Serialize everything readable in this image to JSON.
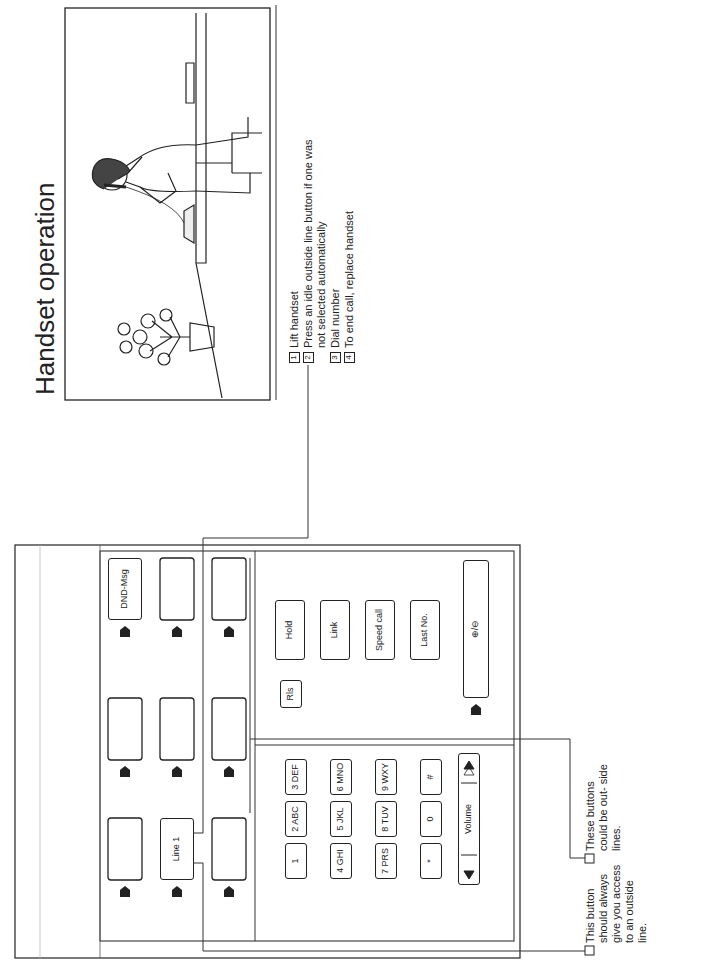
{
  "diagram": {
    "title": "Handset operation",
    "nodes": [
      {
        "text": [
          "DND-Msg"
        ]
      },
      {
        "text": [
          "Line 1"
        ]
      },
      {
        "text": [
          "1"
        ]
      },
      {
        "text": [
          "2 ABC"
        ]
      },
      {
        "text": [
          "3 DEF"
        ]
      },
      {
        "text": [
          "4 GHI"
        ]
      },
      {
        "text": [
          "5 JKL"
        ]
      },
      {
        "text": [
          "6 MNO"
        ]
      },
      {
        "text": [
          "7 PRS"
        ]
      },
      {
        "text": [
          "8 TUV"
        ]
      },
      {
        "text": [
          "9 WXY"
        ]
      },
      {
        "text": [
          "*"
        ]
      },
      {
        "text": [
          "0"
        ]
      },
      {
        "text": [
          "#"
        ]
      },
      {
        "text": [
          "Volume"
        ]
      },
      {
        "text": [
          "Rls"
        ]
      },
      {
        "text": [
          "Hold"
        ]
      },
      {
        "text": [
          "Link"
        ]
      },
      {
        "text": [
          "Speed call"
        ]
      },
      {
        "text": [
          "Last No."
        ]
      },
      {
        "text": [
          "⊕/⊖"
        ]
      },
      {
        "text": [
          "1"
        ]
      },
      {
        "text": [
          "2"
        ]
      },
      {
        "text": [
          "3"
        ]
      },
      {
        "text": [
          "4"
        ]
      }
    ],
    "labels": [
      "Lift handset",
      "Press an idle outside line button if one was not selected automatically",
      "Dial number",
      "To end call, replace handset",
      "This button should always give you access to an outside line.",
      "These buttons could be out- side lines."
    ]
  }
}
